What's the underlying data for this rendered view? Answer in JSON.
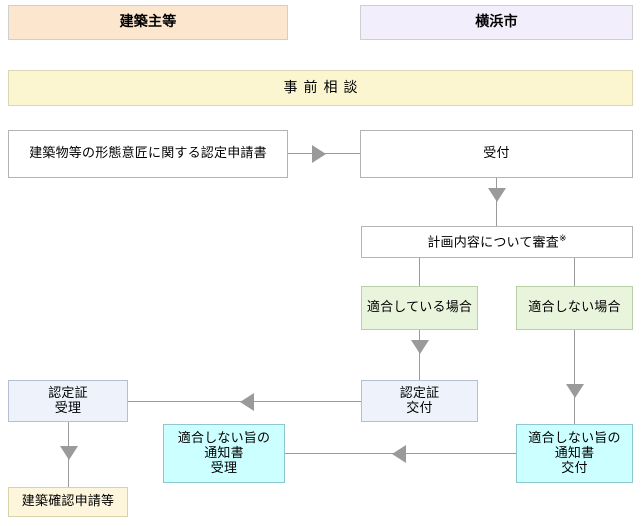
{
  "diagram": {
    "title_lanes": [
      {
        "id": "lane-applicant",
        "label": "建築主等",
        "color": "#fce6cd"
      },
      {
        "id": "lane-city",
        "label": "横浜市",
        "color": "#f3eefb"
      }
    ],
    "preconsultation": {
      "label": "事前相談",
      "color": "#fcf6d0"
    },
    "nodes": [
      {
        "id": "application-form",
        "label": "建築物等の形態意匠に関する認定申請書",
        "lane": "applicant",
        "color": "#ffffff"
      },
      {
        "id": "reception",
        "label": "受付",
        "lane": "city",
        "color": "#ffffff"
      },
      {
        "id": "plan-review",
        "label": "計画内容について審査",
        "note_mark": "※",
        "lane": "city",
        "color": "#ffffff"
      },
      {
        "id": "conforming-case",
        "label": "適合している場合",
        "lane": "city",
        "color": "#e8f4dc"
      },
      {
        "id": "nonconforming-case",
        "label": "適合しない場合",
        "lane": "city",
        "color": "#e8f4dc"
      },
      {
        "id": "certificate-issue",
        "label": "認定証\n交付",
        "lane": "city",
        "color": "#edf2fb"
      },
      {
        "id": "certificate-receipt",
        "label": "認定証\n受理",
        "lane": "applicant",
        "color": "#edf2fb"
      },
      {
        "id": "nonconformance-notice-issue",
        "label": "適合しない旨の\n通知書\n交付",
        "lane": "city",
        "color": "#ccffff"
      },
      {
        "id": "nonconformance-notice-receipt",
        "label": "適合しない旨の\n通知書\n受理",
        "lane": "applicant",
        "color": "#ccffff"
      },
      {
        "id": "building-confirmation-application",
        "label": "建築確認申請等",
        "lane": "applicant",
        "color": "#fdf6dd"
      }
    ],
    "connectors": [
      {
        "id": "application-to-reception",
        "direction": "right"
      },
      {
        "id": "reception-to-review",
        "direction": "down"
      },
      {
        "id": "review-to-conforming",
        "direction": "down"
      },
      {
        "id": "review-to-nonconforming",
        "direction": "down"
      },
      {
        "id": "conforming-to-certificate-issue",
        "direction": "down"
      },
      {
        "id": "certificate-issue-to-receipt",
        "direction": "left"
      },
      {
        "id": "nonconforming-to-notice-issue",
        "direction": "down"
      },
      {
        "id": "notice-issue-to-receipt",
        "direction": "left"
      },
      {
        "id": "certificate-receipt-to-building-confirmation",
        "direction": "down"
      }
    ],
    "line_color": "#9a9a9a"
  }
}
